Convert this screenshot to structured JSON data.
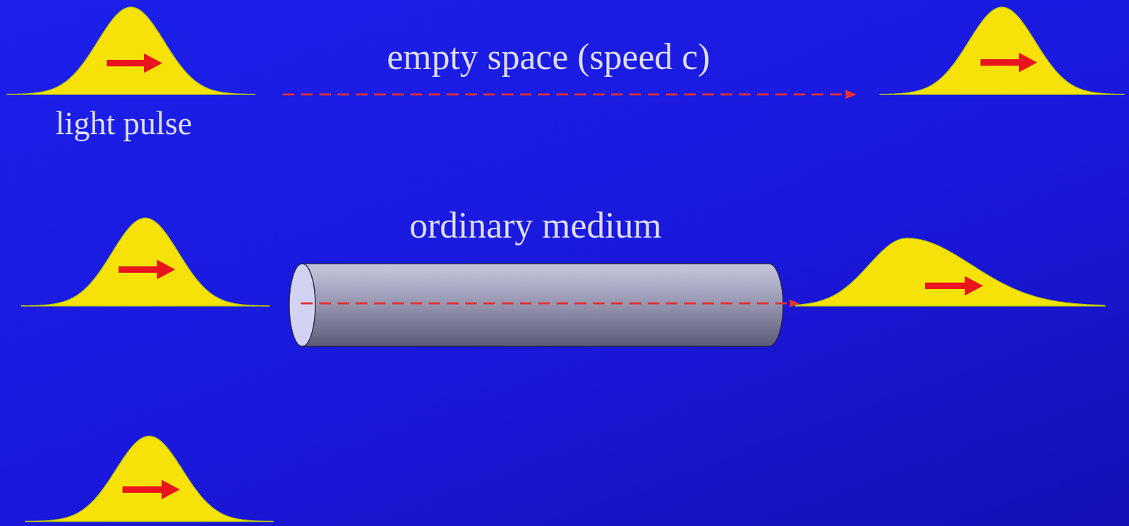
{
  "diagram": {
    "nodes": [
      {
        "text": [
          "ordinary medium"
        ]
      }
    ],
    "labels": [
      "empty space (speed c)",
      "light pulse"
    ]
  }
}
